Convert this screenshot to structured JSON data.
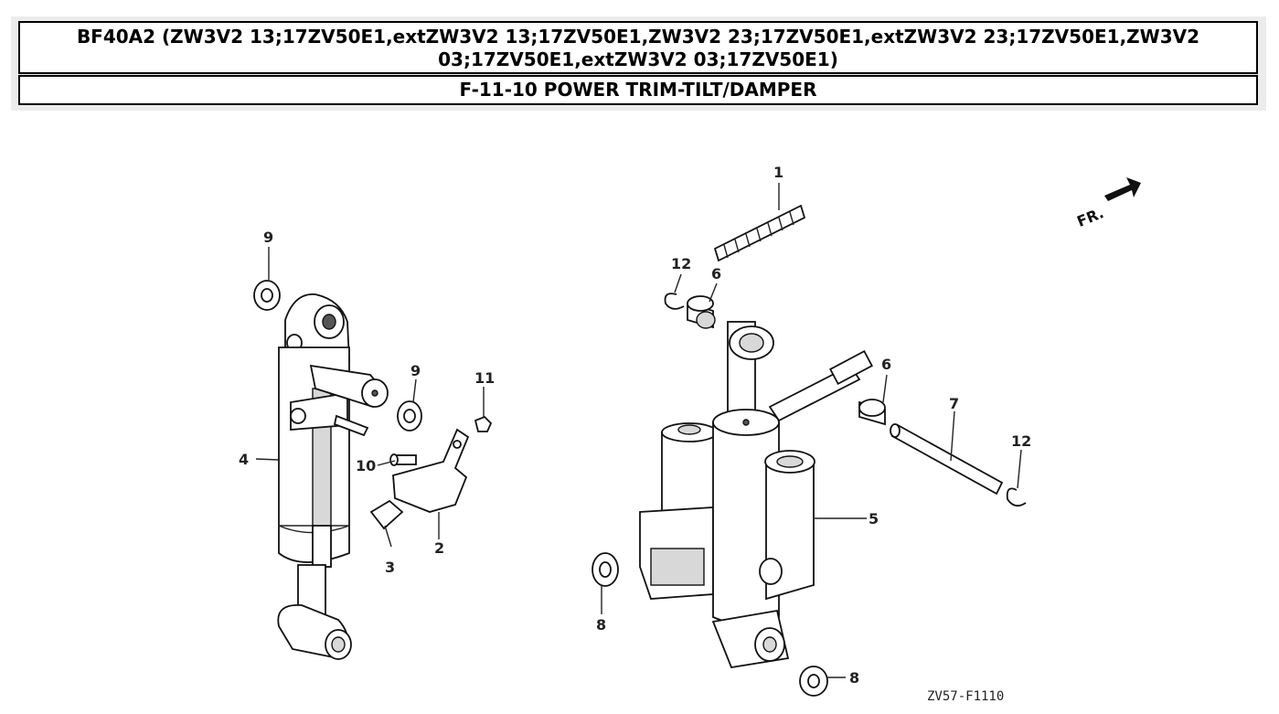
{
  "header": {
    "title": "BF40A2 (ZW3V2 13;17ZV50E1,extZW3V2 13;17ZV50E1,ZW3V2 23;17ZV50E1,extZW3V2 23;17ZV50E1,ZW3V2 03;17ZV50E1,extZW3V2 03;17ZV50E1)",
    "subtitle": "F-11-10 POWER TRIM-TILT/DAMPER"
  },
  "diagram": {
    "direction_label": "FR.",
    "drawing_code": "ZV57-F1110",
    "callouts": {
      "c1": "1",
      "c2": "2",
      "c3": "3",
      "c4": "4",
      "c5": "5",
      "c6a": "6",
      "c6b": "6",
      "c7": "7",
      "c8a": "8",
      "c8b": "8",
      "c9a": "9",
      "c9b": "9",
      "c10": "10",
      "c11": "11",
      "c12a": "12",
      "c12b": "12"
    }
  }
}
